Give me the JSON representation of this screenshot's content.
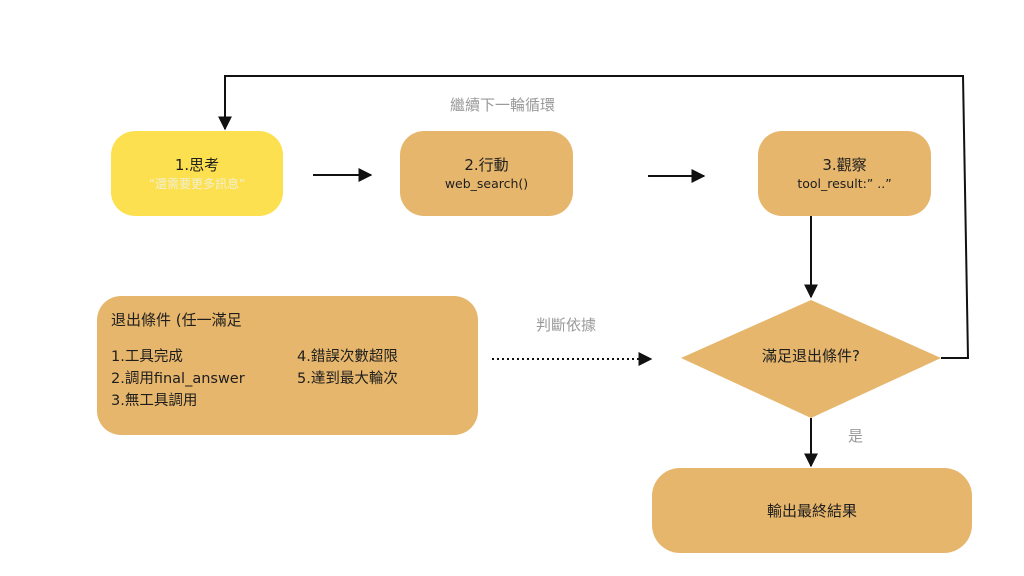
{
  "diagram": {
    "nodes": {
      "think": {
        "title": "1.思考",
        "subtitle": "“還需要更多訊息”"
      },
      "act": {
        "title": "2.行動",
        "subtitle": "web_search()"
      },
      "observe": {
        "title": "3.觀察",
        "subtitle": "tool_result:”  ..”"
      },
      "decision": {
        "text": "滿足退出條件?"
      },
      "final": {
        "title": "輸出最終結果"
      }
    },
    "exit_conditions": {
      "title": "退出條件  (任一滿足",
      "items": [
        "1.工具完成",
        "2.調用final_answer",
        "3.無工具調用",
        "4.錯誤次數超限",
        "5.達到最大輪次"
      ]
    },
    "edge_labels": {
      "loop": "繼續下一輪循環",
      "basis": "判斷依據",
      "yes": "是"
    },
    "colors": {
      "think_fill": "#fde04f",
      "step_fill": "#e6b66c",
      "arrow": "#111111",
      "label_gray": "#9a9a9a"
    }
  }
}
